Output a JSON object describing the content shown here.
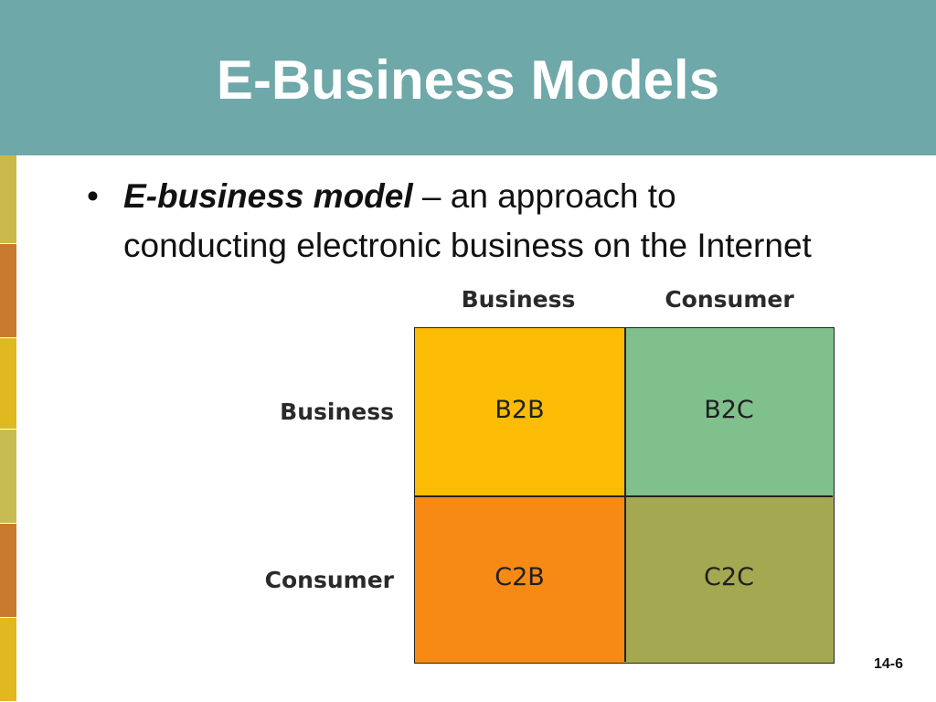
{
  "slide": {
    "title": "E-Business Models",
    "bullet": {
      "symbol": "•",
      "term": "E-business model",
      "dash": " – ",
      "definition": "an approach to conducting electronic business on the Internet"
    },
    "page_number": "14-6"
  },
  "matrix": {
    "column_labels": [
      "Business",
      "Consumer"
    ],
    "row_labels": [
      "Business",
      "Consumer"
    ],
    "cells": [
      [
        "B2B",
        "B2C"
      ],
      [
        "C2B",
        "C2C"
      ]
    ],
    "cell_colors": [
      [
        "#fcbc05",
        "#80c08c"
      ],
      [
        "#f78a14",
        "#a4a951"
      ]
    ]
  },
  "theme": {
    "header_color": "#6fa8a9",
    "sidebar_stripes": [
      "#c9b94a",
      "#c97a2f",
      "#e0b820",
      "#c6bc52",
      "#c97a2f",
      "#e0b820"
    ]
  }
}
